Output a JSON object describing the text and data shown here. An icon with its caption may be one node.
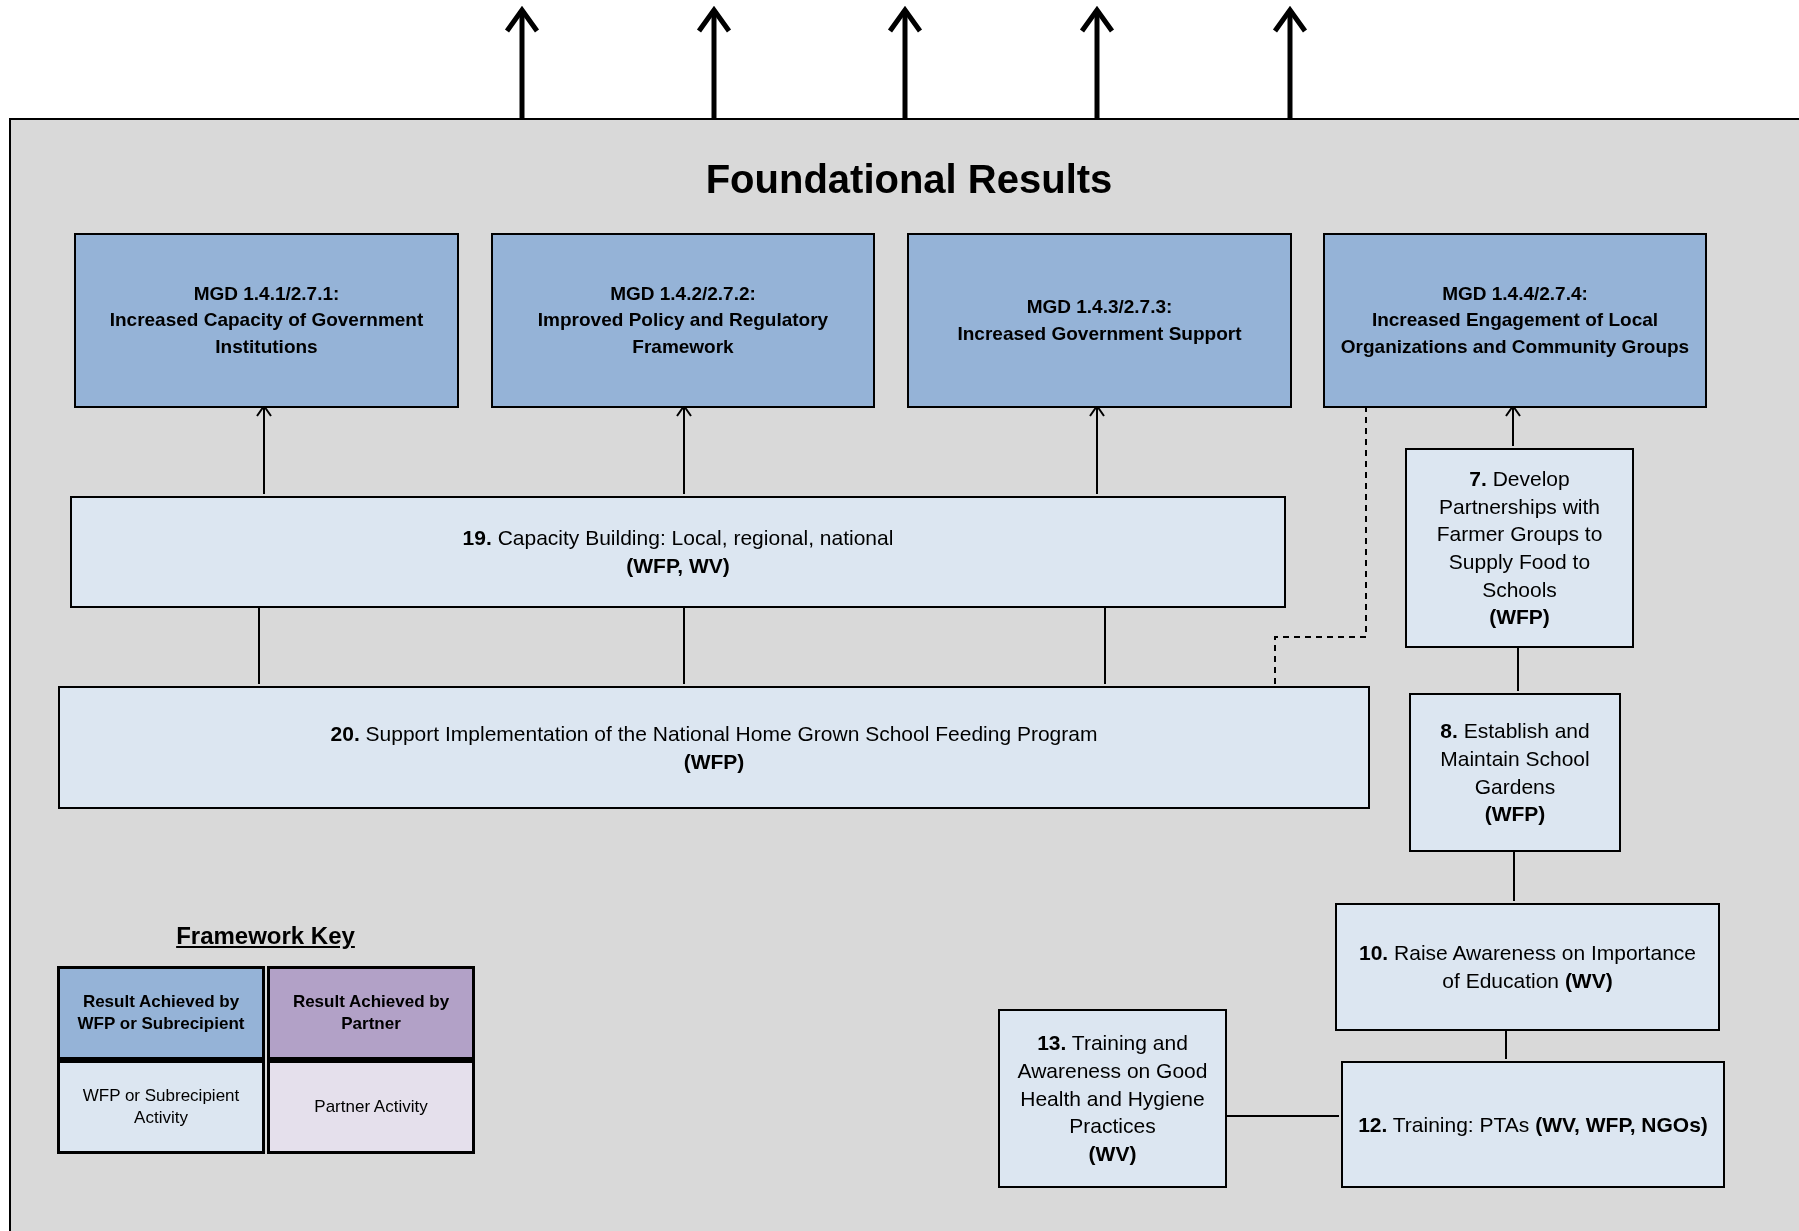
{
  "diagram": {
    "nodes": [
      {
        "text": [
          "Foundational Results"
        ]
      },
      {
        "text": [
          "MGD 1.4.1/2.7.1:",
          "Increased Capacity of Government Institutions"
        ],
        "in": 0
      },
      {
        "text": [
          "MGD 1.4.2/2.7.2:",
          "Improved Policy and Regulatory Framework"
        ],
        "in": 0
      },
      {
        "text": [
          "MGD 1.4.3/2.7.3:",
          "Increased Government Support"
        ],
        "in": 0
      },
      {
        "text": [
          "MGD 1.4.4/2.7.4:",
          "Increased Engagement of Local Organizations and Community Groups"
        ],
        "in": 0
      },
      {
        "text": [
          "**19.** Capacity Building: Local, regional, national",
          "(WFP, WV)"
        ],
        "in": 0
      },
      {
        "text": [
          "**20.** Support Implementation of the National Home Grown School Feeding Program",
          "(WFP)"
        ],
        "in": 0
      },
      {
        "text": [
          "**7.** Develop Partnerships with Farmer Groups to Supply Food to Schools",
          "(WFP)"
        ],
        "in": 0
      },
      {
        "text": [
          "**8.** Establish and Maintain School Gardens",
          "(WFP)"
        ],
        "in": 0
      },
      {
        "text": [
          "**10.** Raise Awareness on Importance of Education **(WV)**"
        ],
        "in": 0
      },
      {
        "text": [
          "**12.** Training: PTAs **(WV, WFP, NGOs)**"
        ],
        "in": 0
      },
      {
        "text": [
          "**13.** Training and Awareness on Good Health and Hygiene Practices",
          "(WV)"
        ],
        "in": 0
      }
    ],
    "edges": [
      {
        "from": 0,
        "to": null,
        "arrow": "to",
        "style": "thick"
      },
      {
        "from": 0,
        "to": null,
        "arrow": "to",
        "style": "thick"
      },
      {
        "from": 0,
        "to": null,
        "arrow": "to",
        "style": "thick"
      },
      {
        "from": 0,
        "to": null,
        "arrow": "to",
        "style": "thick"
      },
      {
        "from": 0,
        "to": null,
        "arrow": "to",
        "style": "thick"
      },
      {
        "from": 5,
        "to": 1,
        "arrow": "to"
      },
      {
        "from": 5,
        "to": 2,
        "arrow": "to"
      },
      {
        "from": 5,
        "to": 3,
        "arrow": "to"
      },
      {
        "from": 6,
        "to": 5,
        "arrow": "none"
      },
      {
        "from": 6,
        "to": 5,
        "arrow": "none"
      },
      {
        "from": 6,
        "to": 5,
        "arrow": "none"
      },
      {
        "from": 6,
        "to": 4,
        "arrow": "none",
        "style": "dashed"
      },
      {
        "from": 7,
        "to": 4,
        "arrow": "to"
      },
      {
        "from": 8,
        "to": 7,
        "arrow": "none"
      },
      {
        "from": 9,
        "to": 8,
        "arrow": "none"
      },
      {
        "from": 10,
        "to": 9,
        "arrow": "none"
      },
      {
        "from": 11,
        "to": 10,
        "arrow": "none"
      }
    ],
    "labels": [
      "Framework Key"
    ],
    "legend": [
      {
        "text": "Result Achieved by WFP or Subrecipient",
        "color": "#95b3d7"
      },
      {
        "text": "Result Achieved by Partner",
        "color": "#b2a1c7"
      },
      {
        "text": "WFP or Subrecipient Activity",
        "color": "#dce6f1"
      },
      {
        "text": "Partner Activity",
        "color": "#e5e0ec"
      }
    ]
  }
}
